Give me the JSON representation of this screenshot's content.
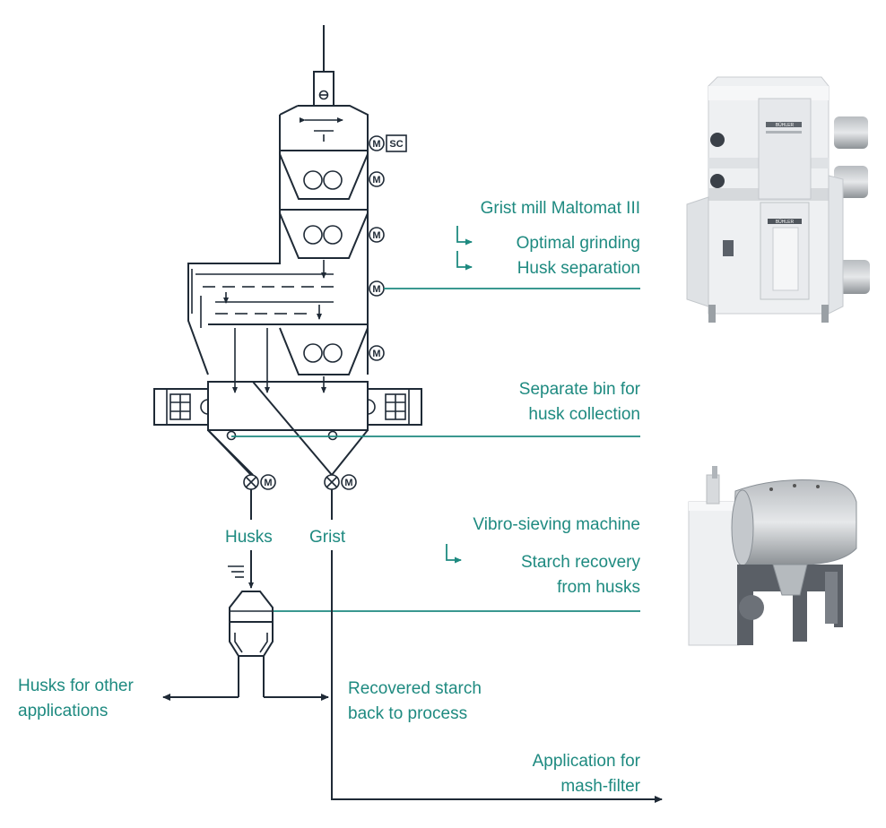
{
  "labels": {
    "grist_mill": "Grist mill Maltomat III",
    "optimal_grinding": "Optimal grinding",
    "husk_separation": "Husk separation",
    "separate_bin_1": "Separate bin for",
    "separate_bin_2": "husk collection",
    "husks": "Husks",
    "grist": "Grist",
    "vibro": "Vibro-sieving machine",
    "starch_recovery_1": "Starch recovery",
    "starch_recovery_2": "from husks",
    "husks_other_1": "Husks for other",
    "husks_other_2": "applications",
    "recovered_1": "Recovered starch",
    "recovered_2": "back to process",
    "application_1": "Application for",
    "application_2": "mash-filter"
  },
  "motor_symbol": "M",
  "speed_control_symbol": "SC",
  "photo_brand": "BÜHLER",
  "colors": {
    "accent": "#1e8a80",
    "line": "#1f2a36"
  }
}
